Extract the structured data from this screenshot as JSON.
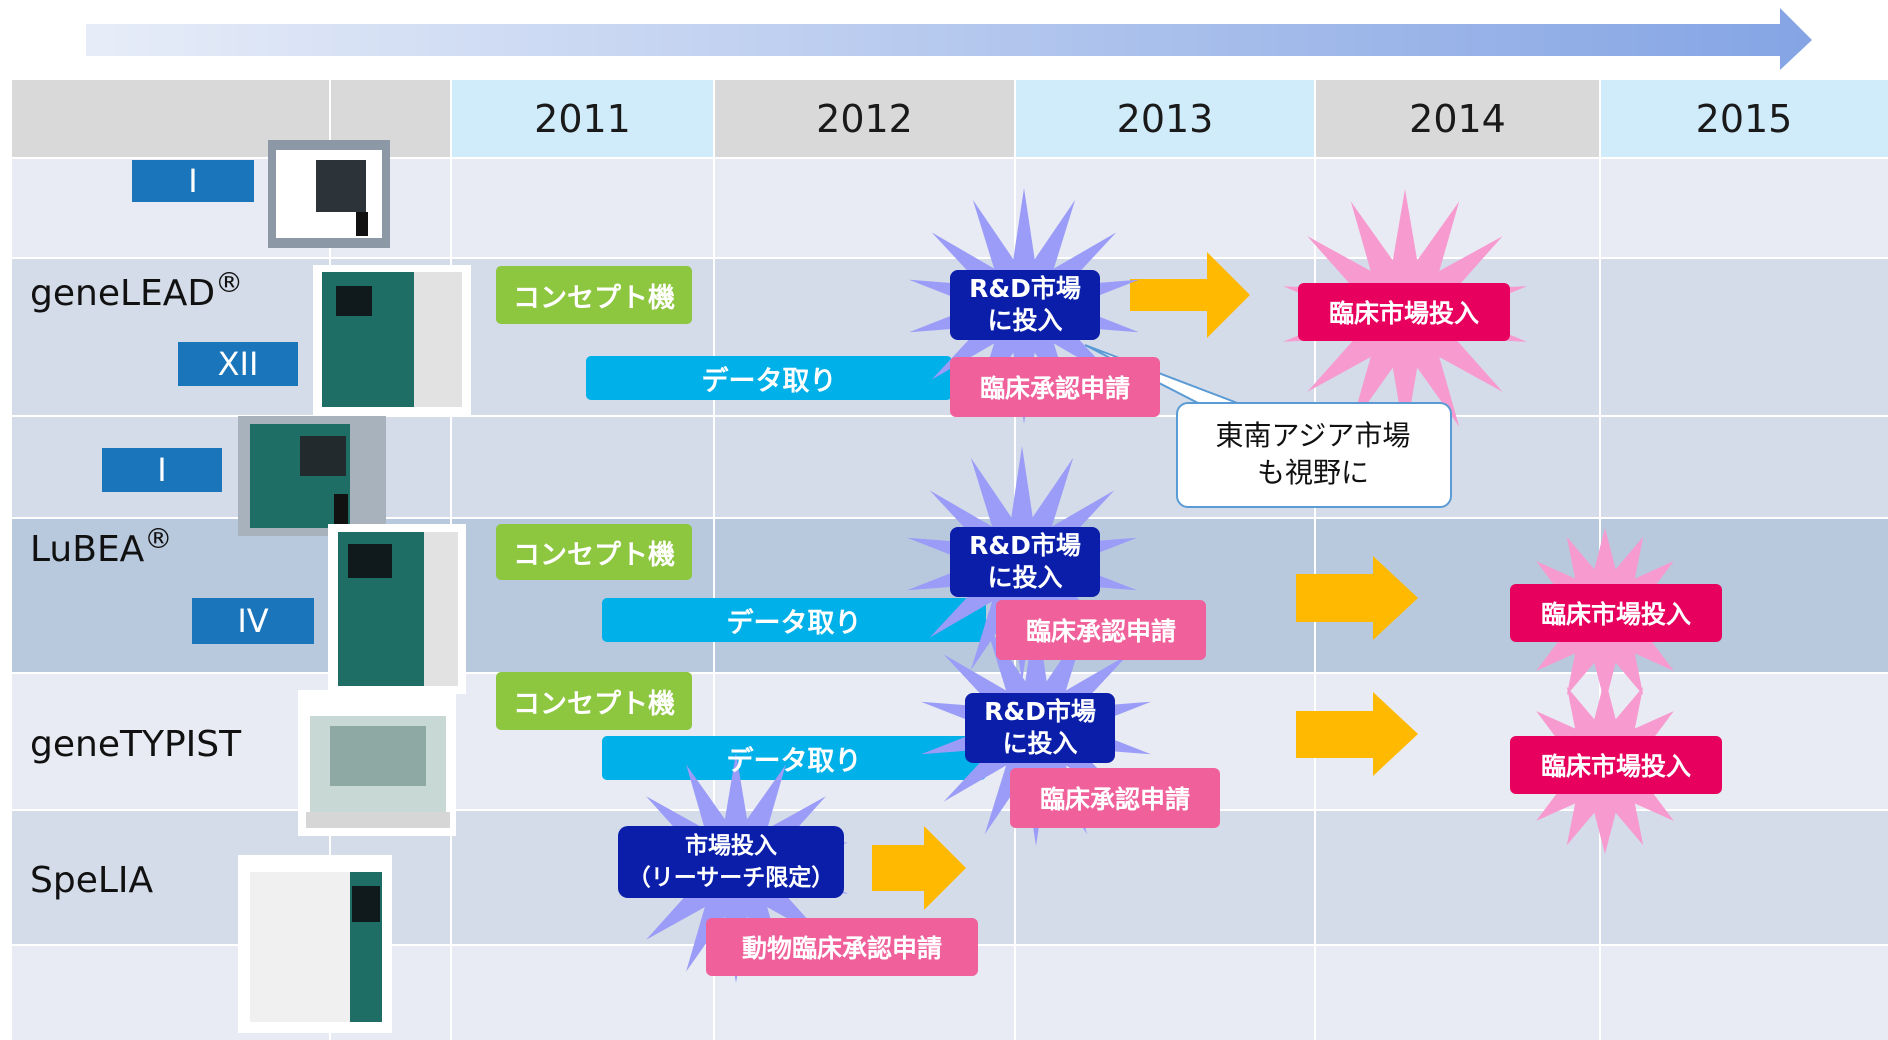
{
  "years": [
    "2011",
    "2012",
    "2013",
    "2014",
    "2015"
  ],
  "products": {
    "genelead": {
      "name": "geneLEAD",
      "mark": "®",
      "versions": [
        "I",
        "XII"
      ]
    },
    "lubea": {
      "name": "LuBEA",
      "mark": "®",
      "versions": [
        "I",
        "IV"
      ]
    },
    "genetypist": {
      "name": "geneTYPIST"
    },
    "spelia": {
      "name": "SpeLIA"
    }
  },
  "genelead_row": {
    "concept": "コンセプト機",
    "data": "データ取り",
    "rd": "R&D市場\nに投入",
    "approval": "臨床承認申請",
    "clinical": "臨床市場投入"
  },
  "callout": "東南アジア市場\nも視野に",
  "lubea_row": {
    "concept": "コンセプト機",
    "data": "データ取り",
    "rd": "R&D市場\nに投入",
    "approval": "臨床承認申請",
    "clinical": "臨床市場投入"
  },
  "genetypist_row": {
    "concept": "コンセプト機",
    "data": "データ取り",
    "rd": "R&D市場\nに投入",
    "approval": "臨床承認申請",
    "clinical": "臨床市場投入"
  },
  "spelia_row": {
    "market": "市場投入\n（リーサーチ限定）",
    "approval": "動物臨床承認申請"
  },
  "colors": {
    "concept": "#8dc63f",
    "data": "#00b0e8",
    "approval": "#f0609b",
    "clinical": "#e8005e",
    "rd_box": "#0a1eaa",
    "burst_blue": "#9a9cf7",
    "burst_pink": "#f79ad0",
    "arrow": "#ffb900",
    "version": "#1a75bb"
  }
}
